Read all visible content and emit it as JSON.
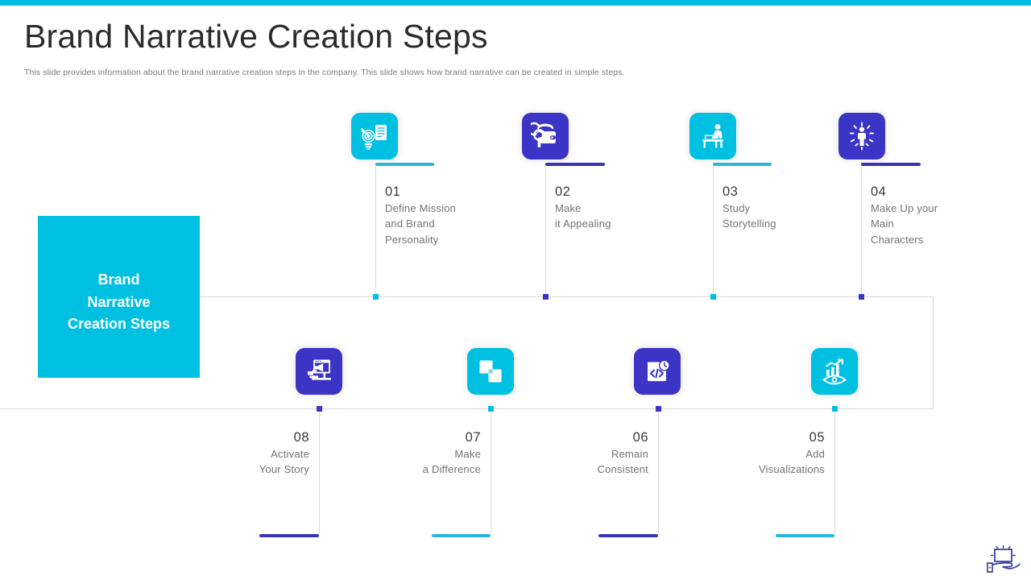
{
  "theme": {
    "cyan": "#00c0e2",
    "blue": "#3b34c4",
    "bar_cyan": "#2bb6d4",
    "bar_blue": "#3a34b8",
    "text_dark": "#3a3a3a",
    "text_muted": "#6f7277",
    "line": "#d6d6d6"
  },
  "header": {
    "title": "Brand Narrative Creation Steps",
    "subtitle": "This slide provides information about the brand narrative creation steps in the company. This slide shows how brand narrative can be created in simple steps."
  },
  "brand_box": {
    "line1": "Brand",
    "line2": "Narrative",
    "line3": "Creation Steps"
  },
  "steps_top": [
    {
      "number": "01",
      "line1": "Define Mission",
      "line2": "and Brand",
      "line3": "Personality",
      "color": "cyan",
      "icon": "target-document-bulb-icon"
    },
    {
      "number": "02",
      "line1": "Make",
      "line2": "it Appealing",
      "line3": "",
      "color": "blue",
      "icon": "wallet-magnifier-icon"
    },
    {
      "number": "03",
      "line1": "Study",
      "line2": "Storytelling",
      "line3": "",
      "color": "cyan",
      "icon": "person-desk-laptop-icon"
    },
    {
      "number": "04",
      "line1": "Make Up your",
      "line2": "Main",
      "line3": "Characters",
      "color": "blue",
      "icon": "person-spotlight-icon"
    }
  ],
  "steps_bottom": [
    {
      "number": "08",
      "line1": "Activate",
      "line2": "Your Story",
      "color": "blue",
      "icon": "megaphone-presentation-icon"
    },
    {
      "number": "07",
      "line1": "Make",
      "line2": "a Difference",
      "color": "cyan",
      "icon": "overlapping-squares-icon"
    },
    {
      "number": "06",
      "line1": "Remain",
      "line2": "Consistent",
      "color": "blue",
      "icon": "code-document-clock-icon"
    },
    {
      "number": "05",
      "line1": "Add",
      "line2": "Visualizations",
      "color": "cyan",
      "icon": "chart-eye-icon"
    }
  ],
  "footer": {
    "logo": "hand-holding-screen-icon"
  }
}
